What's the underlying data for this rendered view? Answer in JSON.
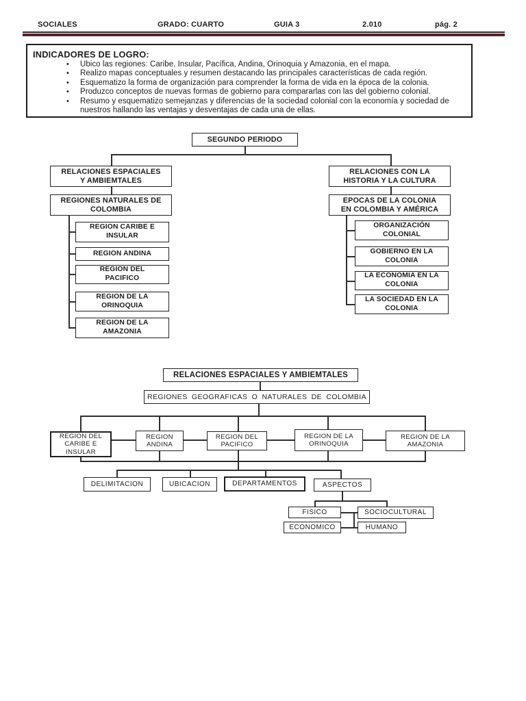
{
  "header": {
    "subject": "SOCIALES",
    "grade": "GRADO: CUARTO",
    "guide": "GUIA 3",
    "year": "2.010",
    "page": "pág. 2",
    "rule_color": "#572329"
  },
  "indicators": {
    "title": "INDICADORES DE LOGRO:",
    "bullet_icon": "•",
    "items": [
      "Ubico las regiones: Caribe, Insular, Pacífica, Andina, Orinoquia y Amazonia, en el mapa.",
      "Realizo mapas conceptuales y resumen destacando las principales características de cada región.",
      "Esquematizo la forma de organización para comprender la forma de vida en la época de la colonia.",
      "Produzco conceptos de nuevas formas de gobierno para compararlas con las del gobierno colonial.",
      "Resumo y esquematizo semejanzas y diferencias de la sociedad colonial con la economía y sociedad de nuestros hallando las ventajas y desventajas de cada una de ellas."
    ]
  },
  "chart1": {
    "root": "SEGUNDO PERIODO",
    "left": {
      "branch": "RELACIONES ESPACIALES\nY AMBIEMTALES",
      "child": "REGIONES NATURALES DE\nCOLOMBIA",
      "items": [
        "REGION CARIBE  E\nINSULAR",
        "REGION ANDINA",
        "REGION DEL\nPACIFICO",
        "REGION DE LA\nORINOQUIA",
        "REGION DE LA\nAMAZONIA"
      ]
    },
    "right": {
      "branch": "RELACIONES CON LA\nHISTORIA Y LA CULTURA",
      "child": "EPOCAS DE LA COLONIA\nEN COLOMBIA Y AMÉRICA",
      "items": [
        "ORGANIZACIÓN\nCOLONIAL",
        "GOBIERNO EN LA\nCOLONIA",
        "LA ECONOMIA EN LA\nCOLONIA",
        "LA SOCIEDAD  EN LA\nCOLONIA"
      ]
    }
  },
  "chart2": {
    "title": "RELACIONES ESPACIALES Y AMBIEMTALES",
    "subtitle": "REGIONES GEOGRAFICAS O NATURALES DE COLOMBIA",
    "regions": [
      "REGION DEL\nCARIBE E\nINSULAR",
      "REGION\nANDINA",
      "REGION DEL\nPACIFICO",
      "REGION  DE LA\nORINOQUIA",
      "REGION DE LA\nAMAZONIA"
    ],
    "row4": [
      "DELIMITACION",
      "UBICACION",
      "DEPARTAMENTOS",
      "ASPECTOS"
    ],
    "row5a": [
      "FISICO",
      "SOCIOCULTURAL"
    ],
    "row5b": [
      "ECONOMICO",
      "HUMANO"
    ]
  }
}
